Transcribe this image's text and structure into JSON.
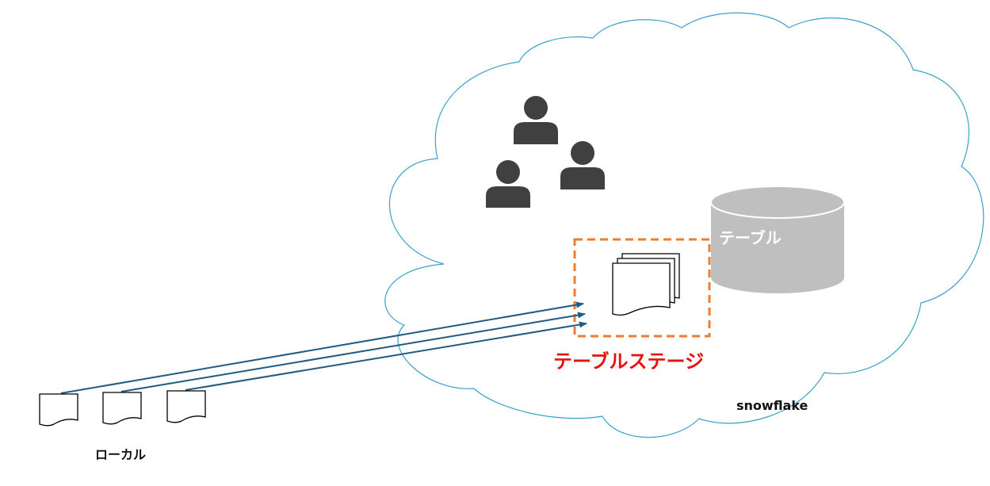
{
  "labels": {
    "table": "テーブル",
    "table_stage": "テーブルステージ",
    "snowflake": "snowflake",
    "local": "ローカル"
  },
  "colors": {
    "cloud_outline": "#3aa2c9",
    "user_icon": "#404040",
    "table_cylinder": "#bfbfbf",
    "stage_border": "#ed7d31",
    "stage_label": "#e8120c",
    "arrow": "#1f5b82",
    "file_outline": "#000000"
  },
  "icons": {
    "users": [
      "user-icon",
      "user-icon",
      "user-icon"
    ],
    "cloud": "cloud-icon",
    "table": "database-cylinder-icon",
    "stage_files": "file-stack-icon",
    "local_files": [
      "document-icon",
      "document-icon",
      "document-icon"
    ]
  }
}
